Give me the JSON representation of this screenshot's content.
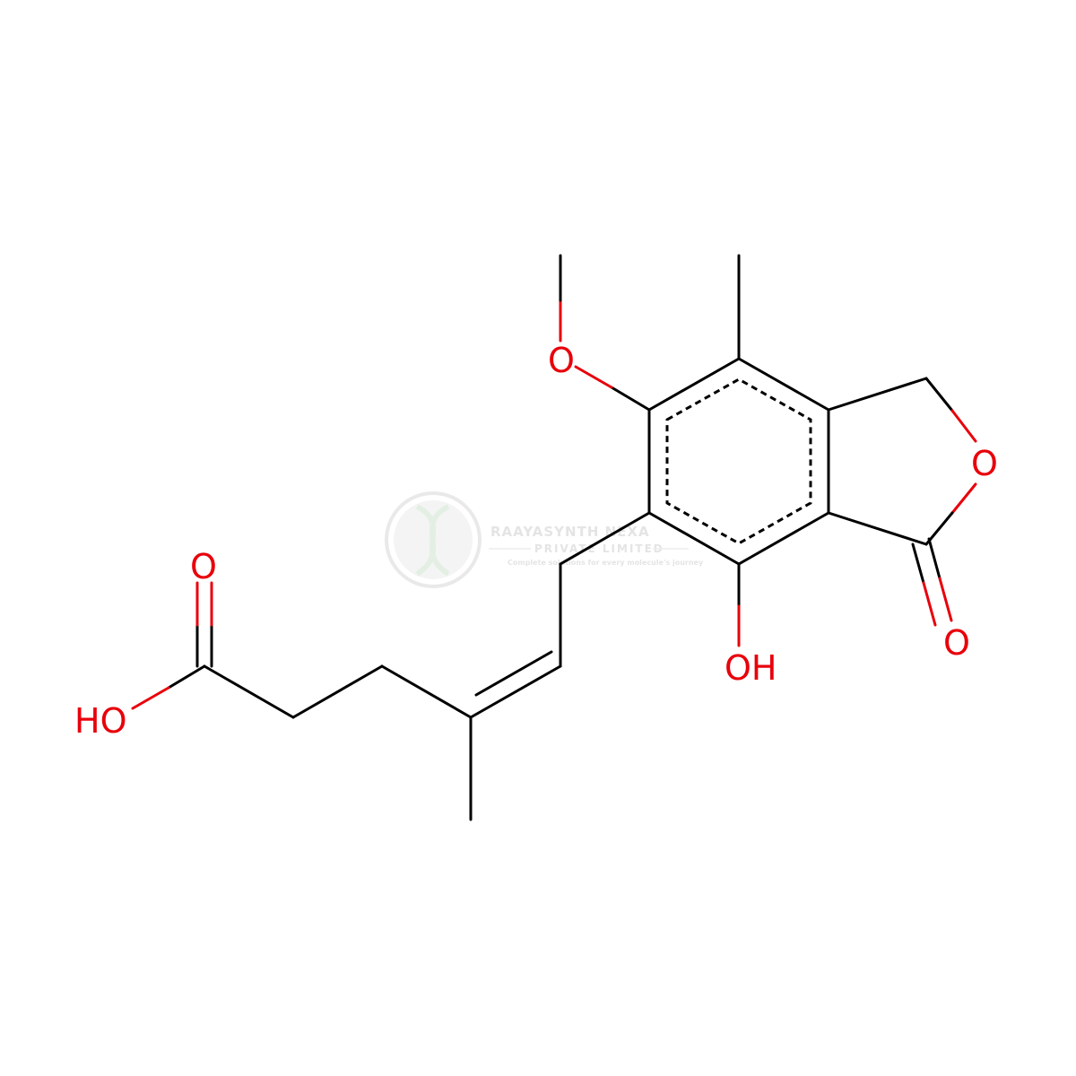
{
  "molecule": {
    "atoms": {
      "o_methoxy": "O",
      "o_hydroxyl": "OH",
      "o_ring": "O",
      "o_lactone": "O",
      "o_acid_carbonyl": "O",
      "o_acid_hydroxyl": "HO"
    }
  },
  "watermark": {
    "company": "RAAYASYNTH NEXA",
    "subtitle": "PRIVATE LIMITED",
    "tagline": "Complete solutions for every molecule's journey"
  },
  "colors": {
    "bond": "#000000",
    "heteroatom": "#e8000b",
    "watermark": "#cfcfcf"
  }
}
